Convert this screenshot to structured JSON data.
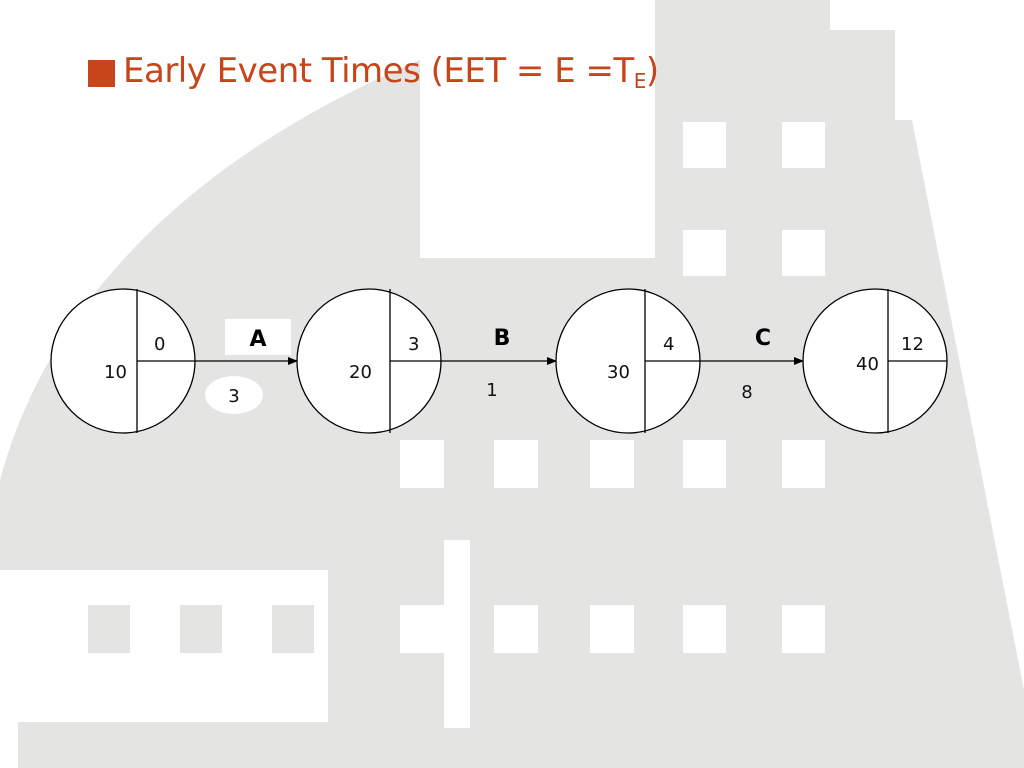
{
  "title": {
    "main": "Early Event Times (EET = E =T",
    "subscript": "E",
    "close": ")"
  },
  "nodes": [
    {
      "id": "10",
      "eet": "0"
    },
    {
      "id": "20",
      "eet": "3"
    },
    {
      "id": "30",
      "eet": "4"
    },
    {
      "id": "40",
      "eet": "12"
    }
  ],
  "activities": [
    {
      "name": "A",
      "duration": "3"
    },
    {
      "name": "B",
      "duration": "1"
    },
    {
      "name": "C",
      "duration": "8"
    }
  ],
  "colors": {
    "title": "#c8441b",
    "background_shapes": "#e3e4e2"
  }
}
